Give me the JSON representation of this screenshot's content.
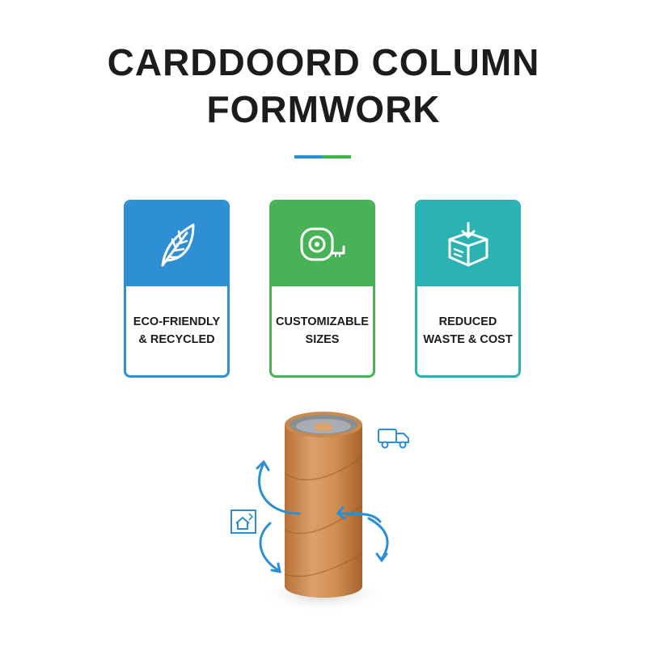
{
  "title": {
    "line1": "CARDDOORD COLUMN",
    "line2": "FORMWORK"
  },
  "divider_colors": [
    "#2b8fd6",
    "#3cb54a"
  ],
  "features": [
    {
      "label": "ECO-FRIENDLY\n& RECYCLED",
      "icon": "leaf-icon",
      "color": "#2f8fd4"
    },
    {
      "label": "CUSTOMIZABLE\nSIZES",
      "icon": "tape-measure-icon",
      "color": "#48b356"
    },
    {
      "label": "REDUCED\nWASTE & COST",
      "icon": "box-download-icon",
      "color": "#2bb3b3"
    }
  ],
  "illustration": {
    "subject": "cardboard-tube-icon",
    "decorations": [
      "delivery-truck-icon",
      "recycle-house-icon",
      "rotation-arrows-icon"
    ],
    "colors": {
      "tube": "#d4955a",
      "accent": "#2b8fd6"
    }
  }
}
